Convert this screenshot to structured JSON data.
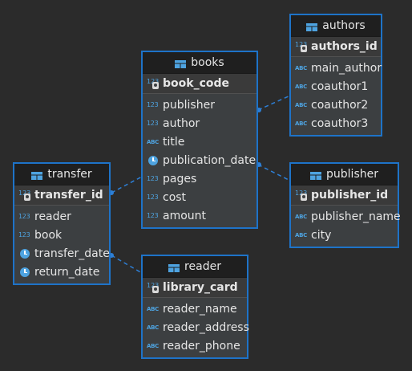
{
  "colors": {
    "background": "#2b2b2b",
    "entity_border": "#1e73c8",
    "entity_body": "#3c3f41",
    "entity_header": "#1f1f1f",
    "type_icon": "#4ea3e0",
    "link": "#2d7fd6"
  },
  "entities": {
    "authors": {
      "name": "authors",
      "key": {
        "name": "authors_id",
        "type_label": "123"
      },
      "fields": [
        {
          "name": "main_author",
          "type_label": "ABC"
        },
        {
          "name": "coauthor1",
          "type_label": "ABC"
        },
        {
          "name": "coauthor2",
          "type_label": "ABC"
        },
        {
          "name": "coauthor3",
          "type_label": "ABC"
        }
      ]
    },
    "books": {
      "name": "books",
      "key": {
        "name": "book_code",
        "type_label": "123"
      },
      "fields": [
        {
          "name": "publisher",
          "type_label": "123"
        },
        {
          "name": "author",
          "type_label": "123"
        },
        {
          "name": "title",
          "type_label": "ABC"
        },
        {
          "name": "publication_date",
          "type_label": "clock"
        },
        {
          "name": "pages",
          "type_label": "123"
        },
        {
          "name": "cost",
          "type_label": "123"
        },
        {
          "name": "amount",
          "type_label": "123"
        }
      ]
    },
    "transfer": {
      "name": "transfer",
      "key": {
        "name": "transfer_id",
        "type_label": "123"
      },
      "fields": [
        {
          "name": "reader",
          "type_label": "123"
        },
        {
          "name": "book",
          "type_label": "123"
        },
        {
          "name": "transfer_date",
          "type_label": "clock"
        },
        {
          "name": "return_date",
          "type_label": "clock"
        }
      ]
    },
    "publisher": {
      "name": "publisher",
      "key": {
        "name": "publisher_id",
        "type_label": "123"
      },
      "fields": [
        {
          "name": "publisher_name",
          "type_label": "ABC"
        },
        {
          "name": "city",
          "type_label": "ABC"
        }
      ]
    },
    "reader": {
      "name": "reader",
      "key": {
        "name": "library_card",
        "type_label": "123"
      },
      "fields": [
        {
          "name": "reader_name",
          "type_label": "ABC"
        },
        {
          "name": "reader_address",
          "type_label": "ABC"
        },
        {
          "name": "reader_phone",
          "type_label": "ABC"
        }
      ]
    }
  },
  "relationships": [
    {
      "from": "books",
      "to": "authors"
    },
    {
      "from": "books",
      "to": "publisher"
    },
    {
      "from": "transfer",
      "to": "books"
    },
    {
      "from": "transfer",
      "to": "reader"
    }
  ]
}
